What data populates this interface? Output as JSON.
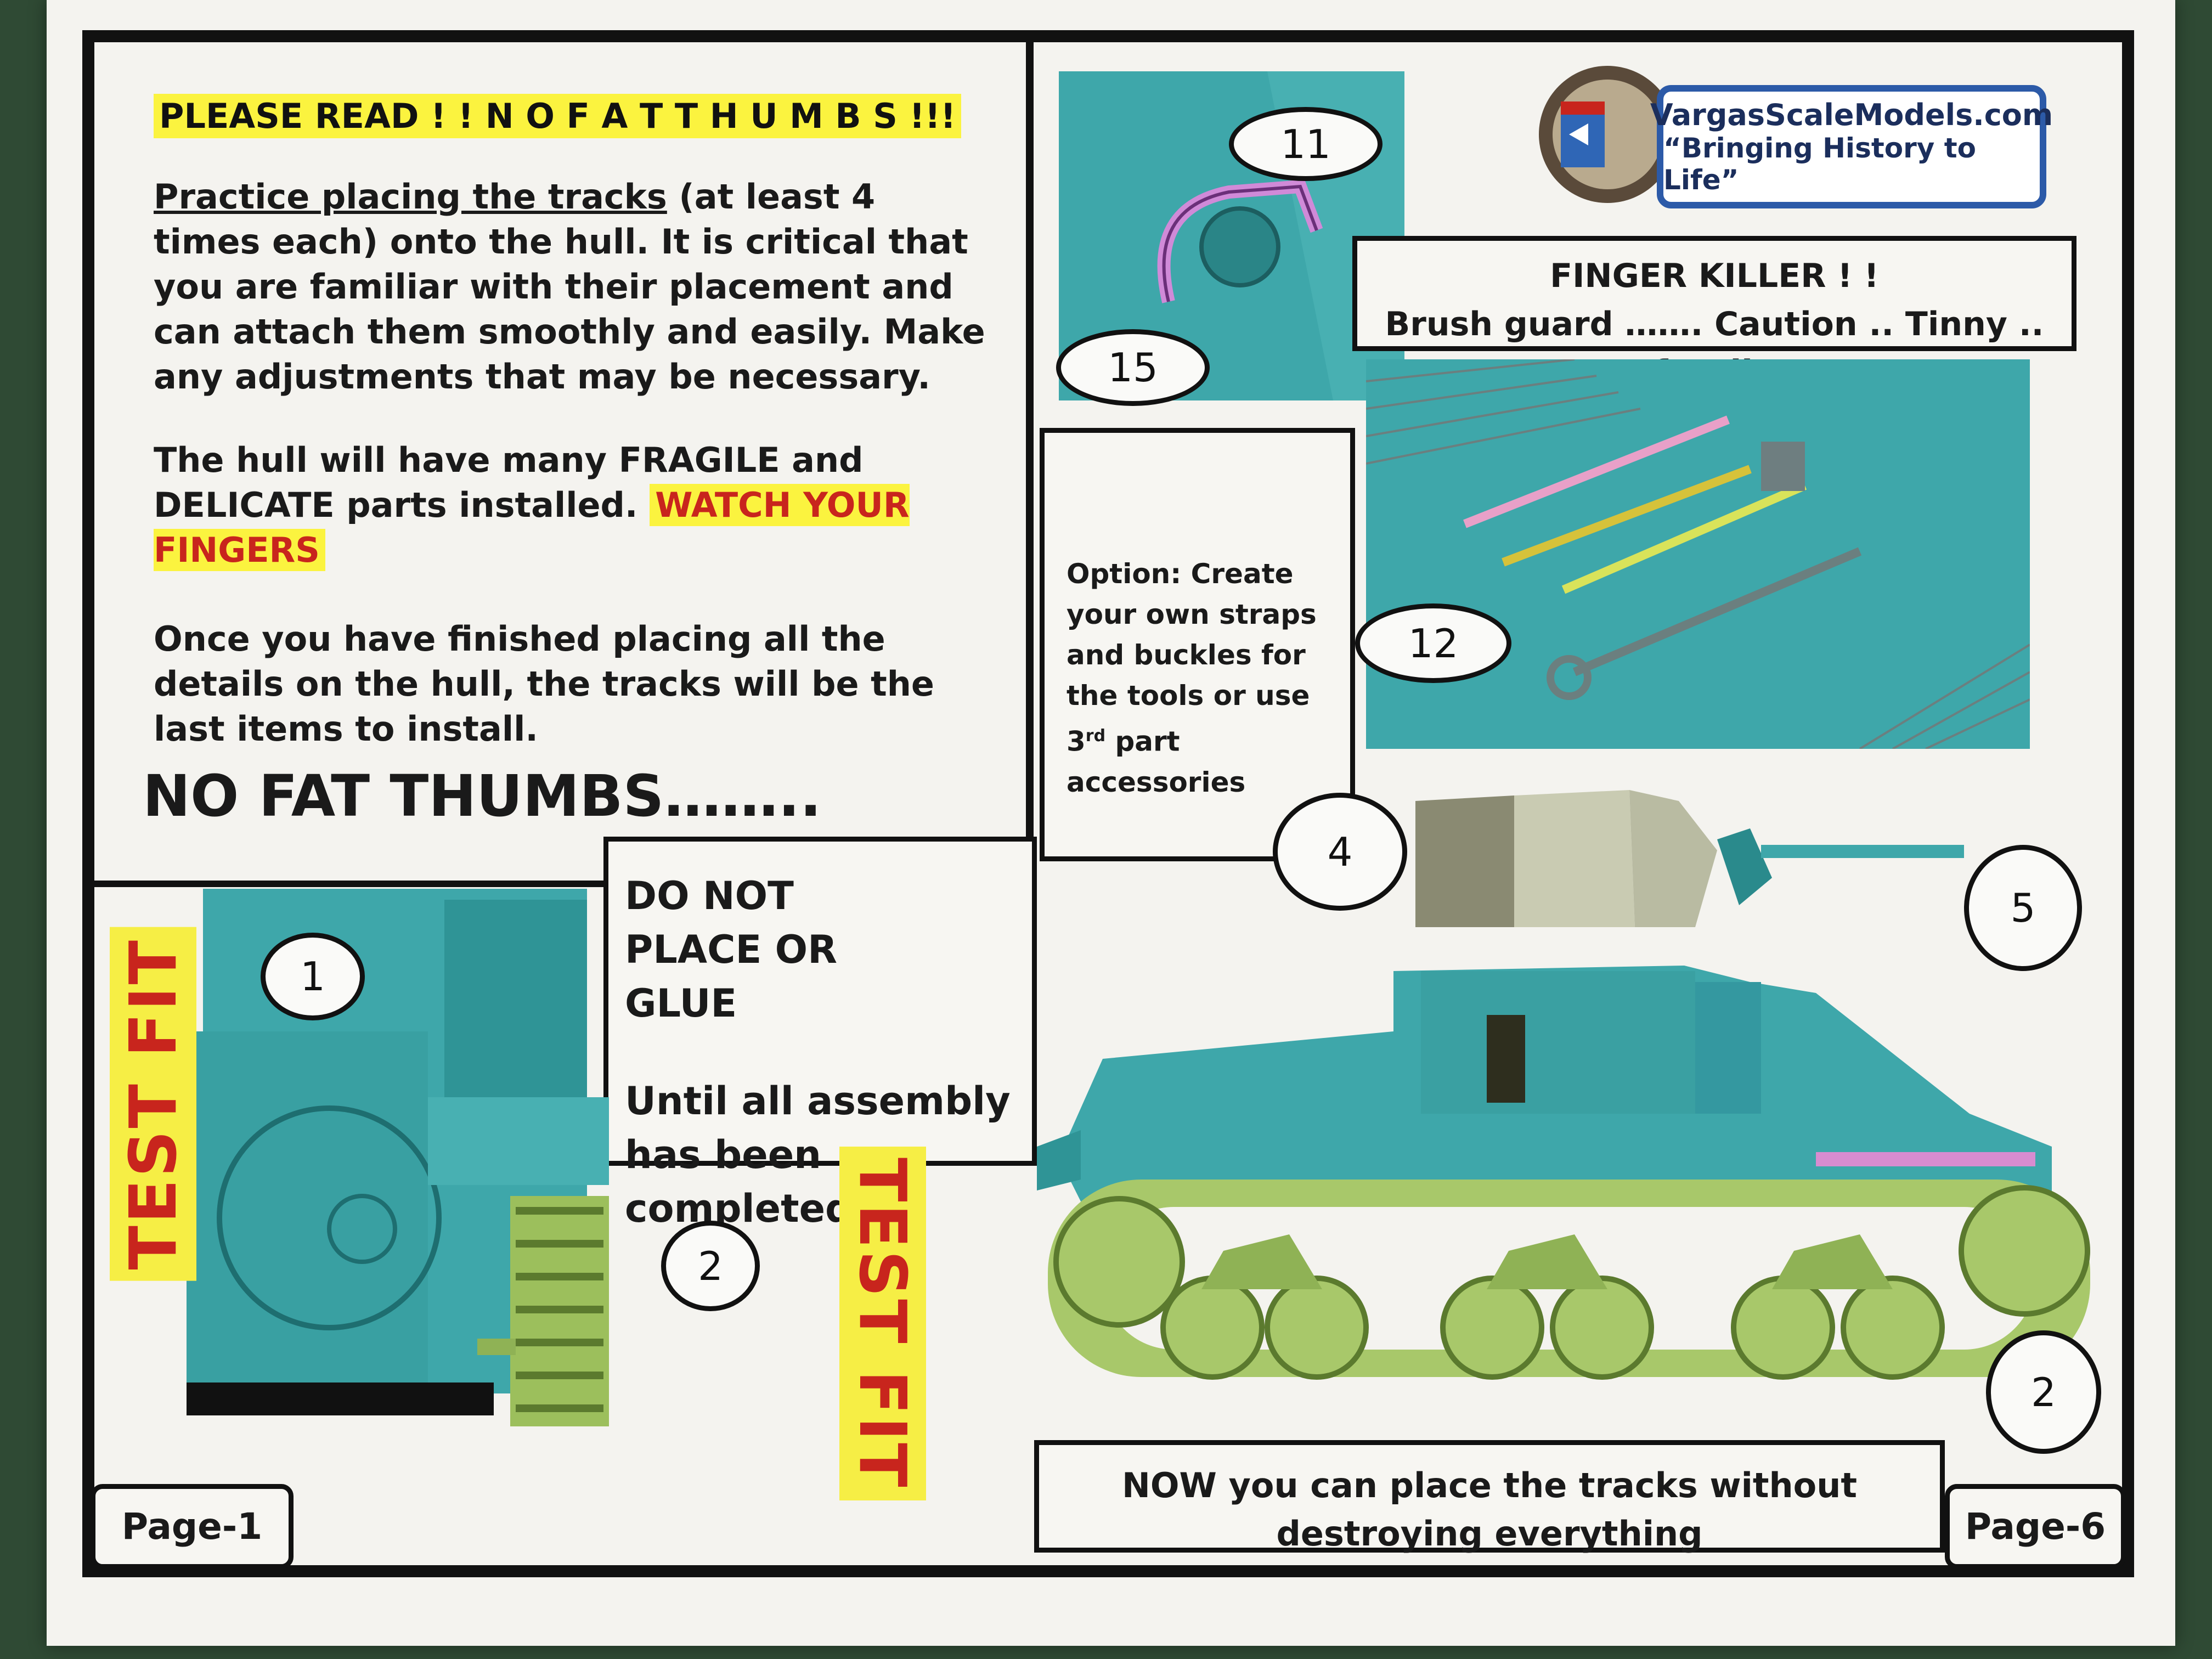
{
  "left_panel": {
    "heading": "PLEASE READ ! !  N O  F A T  T H U M B S   !!!",
    "para1_underlined": "Practice placing the tracks",
    "para1_rest": " (at least 4 times each) onto the hull.  It is critical that you are familiar with their placement and can attach them smoothly and easily.  Make any adjustments that may be necessary.",
    "para2_a": "The hull will have many FRAGILE and DELICATE parts installed.",
    "para2_warning": "WATCH YOUR FINGERS",
    "para3": "Once you have finished placing all the details on the hull, the tracks will be the last items to install.",
    "big_text": "NO FAT THUMBS……..",
    "do_not_place": "DO NOT PLACE OR GLUE",
    "until_text": "Until all assembly has been completed",
    "test_fit_left": "TEST FIT",
    "test_fit_right": "TEST FIT",
    "page_left": "Page-1"
  },
  "right_panel": {
    "logo_line1": "VargasScaleModels.com",
    "logo_line2": "“Bringing History to Life”",
    "finger_killer_title": "FINGER KILLER  ! !",
    "finger_killer_text": "Brush guard ……. Caution .. Tinny .. fragile",
    "option_text_a": "Option: Create your own straps and buckles for the tools or use 3",
    "option_sup": "rd",
    "option_text_b": " part accessories",
    "bottom_note": "NOW you can place the tracks without destroying everything",
    "page_right": "Page-6"
  },
  "callouts": {
    "c11": "11",
    "c15": "15",
    "c12": "12",
    "c4": "4",
    "c5": "5",
    "c1": "1",
    "c2a": "2",
    "c2b": "2"
  },
  "colors": {
    "hull": "#3ea7aa",
    "track": "#a8c86a",
    "highlight": "#fbf33f",
    "warning_red": "#c8251d"
  }
}
